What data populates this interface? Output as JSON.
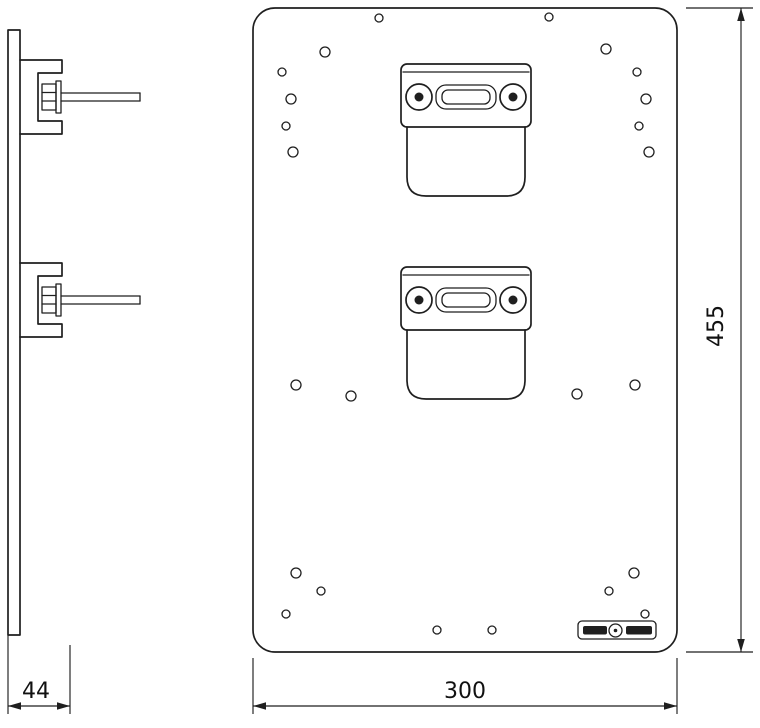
{
  "dimensions": {
    "bracket_depth": "44",
    "plate_width": "300",
    "plate_height": "455"
  },
  "colors": {
    "line": "#1f1f1f",
    "background": "#ffffff"
  },
  "badge": {
    "icon": "manufacturer-logo-badge"
  }
}
